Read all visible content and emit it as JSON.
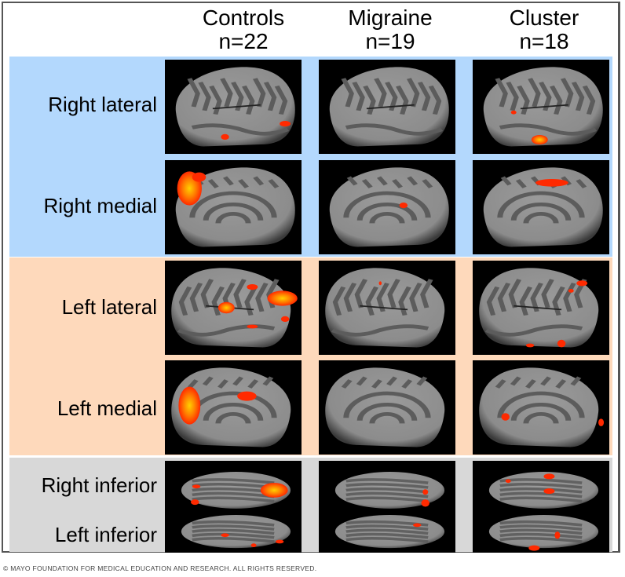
{
  "columns": [
    {
      "name": "Controls",
      "n": "n=22"
    },
    {
      "name": "Migraine",
      "n": "n=19"
    },
    {
      "name": "Cluster",
      "n": "n=18"
    }
  ],
  "rows": [
    {
      "label": "Right lateral",
      "group": "right"
    },
    {
      "label": "Right medial",
      "group": "right"
    },
    {
      "label": "Left lateral",
      "group": "left"
    },
    {
      "label": "Left medial",
      "group": "left"
    },
    {
      "label": "Right inferior",
      "group": "inferior"
    },
    {
      "label": "Left inferior",
      "group": "inferior"
    }
  ],
  "colors": {
    "right_band": "#b3d8fd",
    "left_band": "#fed9bb",
    "inferior_band": "#d8d8d8",
    "activation": "#ff2a00",
    "activation_peak": "#ffd000",
    "cortex_light": "#8c8c8c",
    "cortex_dark": "#5c5c5c"
  },
  "copyright": "© MAYO FOUNDATION FOR MEDICAL EDUCATION AND RESEARCH. ALL RIGHTS RESERVED."
}
